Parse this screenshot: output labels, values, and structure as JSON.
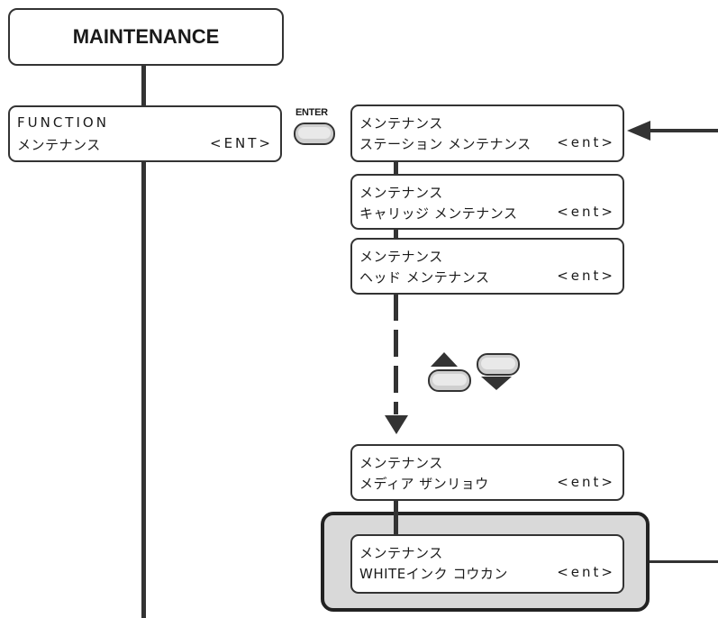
{
  "title": "MAINTENANCE",
  "function_box": {
    "line1": "FUNCTION",
    "line2_left": "メンテナンス",
    "line2_right": "<ENT>"
  },
  "enter_key": {
    "label": "ENTER"
  },
  "menu_boxes": [
    {
      "line1": "メンテナンス",
      "line2_left": "ステーション メンテナンス",
      "line2_right": "<ent>"
    },
    {
      "line1": "メンテナンス",
      "line2_left": "キャリッジ メンテナンス",
      "line2_right": "<ent>"
    },
    {
      "line1": "メンテナンス",
      "line2_left": "ヘッド メンテナンス",
      "line2_right": "<ent>"
    },
    {
      "line1": "メンテナンス",
      "line2_left": "メディア ザンリョウ",
      "line2_right": "<ent>"
    },
    {
      "line1": "メンテナンス",
      "line2_left": "WHITEインク コウカン",
      "line2_right": "<ent>"
    }
  ],
  "nav_keys": {
    "up": "up-arrow-key",
    "down": "down-arrow-key"
  },
  "colors": {
    "line": "#333333",
    "highlight": "#d9d9d9",
    "key": "#cfcfcf"
  }
}
